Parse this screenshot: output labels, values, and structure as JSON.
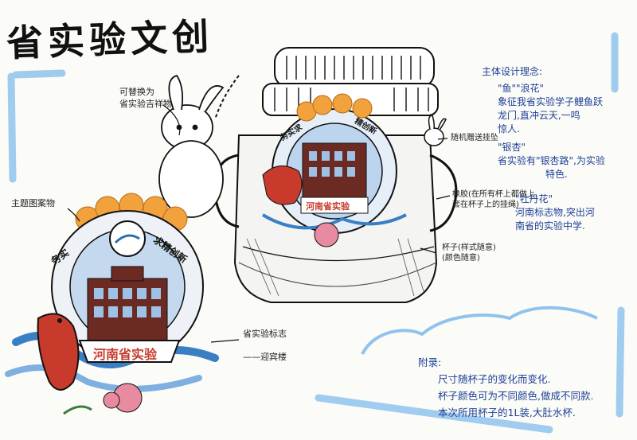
{
  "title": "省实验文创",
  "labels": {
    "replaceable": [
      "可替换为",
      "省实验吉祥物"
    ],
    "main_pattern": "主题图案物",
    "logo": [
      "省实验标志",
      "——迎宾楼"
    ],
    "hanging_pendant": "随机赠送挂坠",
    "rubber_sleeve": [
      "橡胶(在所有杯上都做上,",
      "套在杯子上的挂绳)"
    ],
    "cup_style": [
      "杯子(样式随意)",
      "(颜色随意)"
    ]
  },
  "design": {
    "heading": "主体设计理念:",
    "items": [
      {
        "name": "\"鱼\"\"浪花\"",
        "lines": [
          "象征我省实验学子鲤鱼跃",
          "龙门,直冲云天,一鸣",
          "惊人."
        ]
      },
      {
        "name": "\"银杏\"",
        "lines": [
          "省实验有\"银杏路\",为实验",
          "特色."
        ]
      },
      {
        "name": "\"牡丹花\"",
        "lines": [
          "河南标志物,突出河",
          "南省的实验中学."
        ]
      }
    ]
  },
  "appendix": {
    "heading": "附录:",
    "lines": [
      "尺寸随杯子的变化而变化.",
      "杯子颜色可为不同颜色,做成不同款.",
      "本次所用杯子的1L装,大肚水杯."
    ]
  },
  "badge": {
    "arc_left": "务实",
    "arc_right": "求精创新",
    "banner": "河南省实验"
  },
  "cup_badge": {
    "arc_left": "务实求",
    "arc_right": "精创新",
    "banner": "河南省实验"
  },
  "colors": {
    "blue_ink": "#1d3f95",
    "marker_blue": "#8fc3ee",
    "orange": "#f2a23c",
    "fish_red": "#c73a2c",
    "building": "#6b2b22",
    "pink": "#e88aa0"
  }
}
